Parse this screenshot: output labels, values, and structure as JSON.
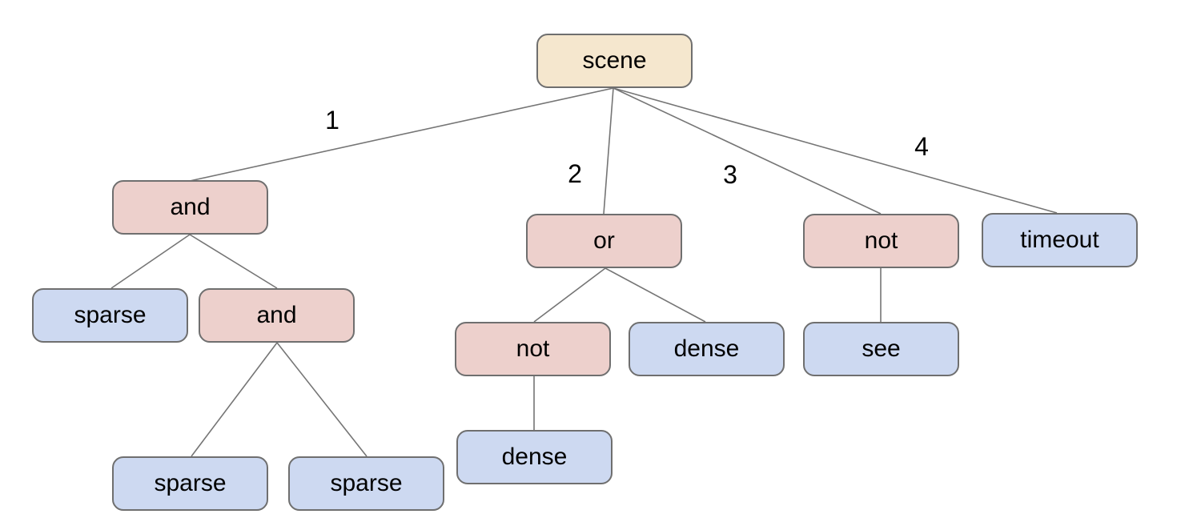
{
  "colors": {
    "root_fill": "#f5e7ce",
    "operator_fill": "#edd0cc",
    "leaf_fill": "#cdd9f1",
    "node_border": "#6f6f6f",
    "edge_line": "#757575",
    "text": "#000000"
  },
  "tree": {
    "label": "scene",
    "kind": "root",
    "children": [
      {
        "edge": "1",
        "label": "and",
        "kind": "operator",
        "children": [
          {
            "label": "sparse",
            "kind": "leaf"
          },
          {
            "label": "and",
            "kind": "operator",
            "children": [
              {
                "label": "sparse",
                "kind": "leaf"
              },
              {
                "label": "sparse",
                "kind": "leaf"
              }
            ]
          }
        ]
      },
      {
        "edge": "2",
        "label": "or",
        "kind": "operator",
        "children": [
          {
            "label": "not",
            "kind": "operator",
            "children": [
              {
                "label": "dense",
                "kind": "leaf"
              }
            ]
          },
          {
            "label": "dense",
            "kind": "leaf"
          }
        ]
      },
      {
        "edge": "3",
        "label": "not",
        "kind": "operator",
        "children": [
          {
            "label": "see",
            "kind": "leaf"
          }
        ]
      },
      {
        "edge": "4",
        "label": "timeout",
        "kind": "leaf"
      }
    ]
  }
}
